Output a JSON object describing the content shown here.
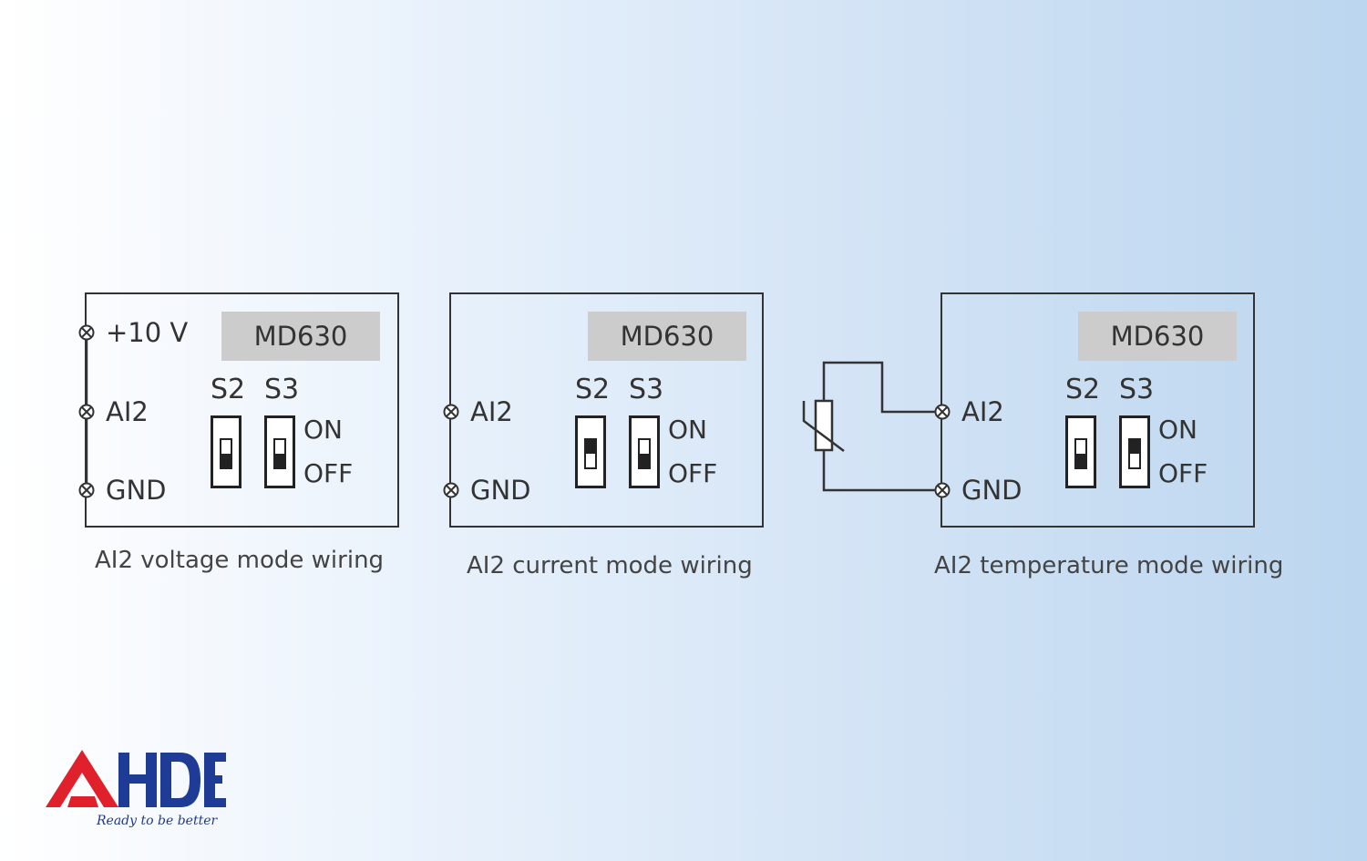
{
  "diagrams": [
    {
      "model": "MD630",
      "switch_labels": [
        "S2",
        "S3"
      ],
      "on_label": "ON",
      "off_label": "OFF",
      "terminals": [
        "+10 V",
        "AI2",
        "GND"
      ],
      "caption": "AI2 voltage mode wiring"
    },
    {
      "model": "MD630",
      "switch_labels": [
        "S2",
        "S3"
      ],
      "on_label": "ON",
      "off_label": "OFF",
      "terminals": [
        "AI2",
        "GND"
      ],
      "caption": "AI2 current mode wiring"
    },
    {
      "model": "MD630",
      "switch_labels": [
        "S2",
        "S3"
      ],
      "on_label": "ON",
      "off_label": "OFF",
      "terminals": [
        "AI2",
        "GND"
      ],
      "caption": "AI2 temperature mode wiring"
    }
  ],
  "logo": {
    "text": "AHDE",
    "tagline": "Ready to be better",
    "colors": {
      "red": "#e0202a",
      "blue": "#1e3c96"
    }
  }
}
